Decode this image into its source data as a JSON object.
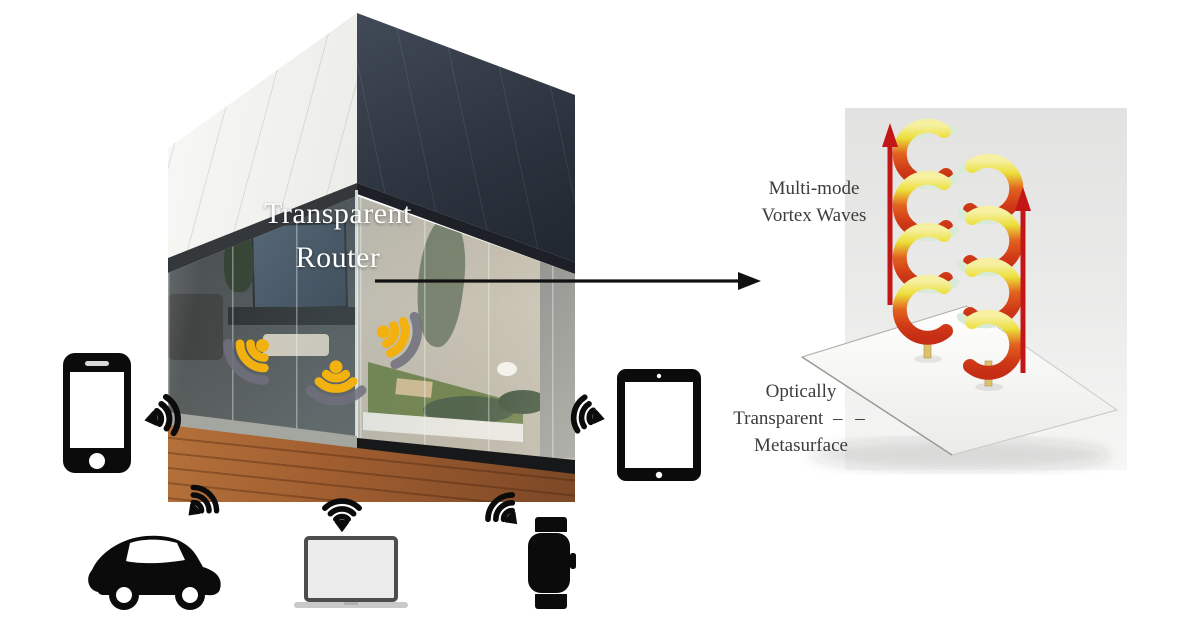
{
  "house": {
    "router_label_line1": "Transparent",
    "router_label_line2": "Router"
  },
  "right_panel": {
    "waves_label_line1": "Multi-mode",
    "waves_label_line2": "Vortex Waves",
    "surface_label_line1": "Optically",
    "surface_label_line2": "Transparent",
    "surface_label_dashes": "– –",
    "surface_label_line3": "Metasurface"
  },
  "icons": {
    "indoor_wifi": [
      "wifi-down-left",
      "wifi-down",
      "wifi-right-down"
    ],
    "devices": [
      "smartphone-icon",
      "tablet-icon",
      "car-icon",
      "laptop-icon",
      "smartwatch-icon"
    ]
  },
  "colors": {
    "indoor_wifi_yellow": "#F2B10E",
    "indoor_wifi_shadow_gray": "#70707C",
    "device_icon_black": "#0B0B0B",
    "vortex_arrow_red": "#C31616",
    "connector_arrow_black": "#111111"
  }
}
